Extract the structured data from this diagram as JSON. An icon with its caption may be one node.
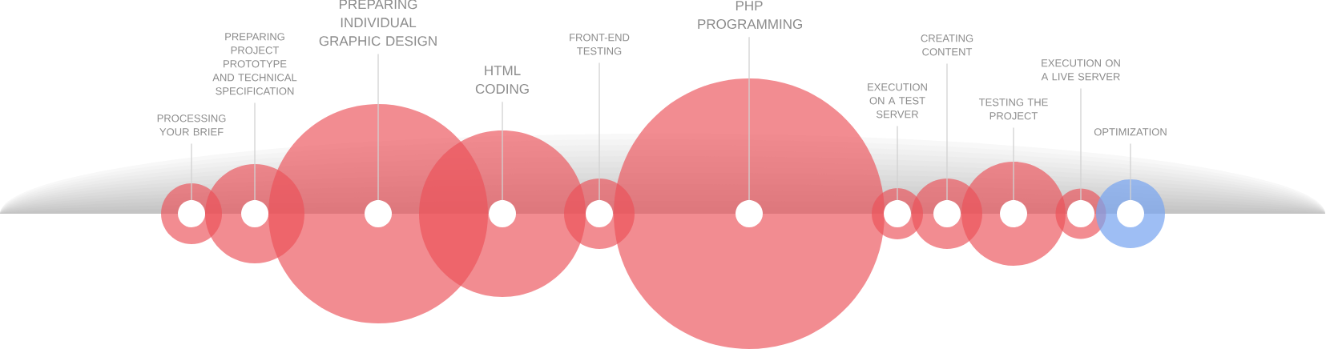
{
  "diagram": {
    "nodes": [
      {
        "text": [
          "PROCESSING YOUR BRIEF"
        ]
      },
      {
        "text": [
          "PREPARING PROJECT PROTOTYPE AND TECHNICAL SPECIFICATION"
        ]
      },
      {
        "text": [
          "PREPARING INDIVIDUAL GRAPHIC DESIGN"
        ]
      },
      {
        "text": [
          "HTML CODING"
        ]
      },
      {
        "text": [
          "FRONT-END TESTING"
        ]
      },
      {
        "text": [
          "PHP PROGRAMMING"
        ]
      },
      {
        "text": [
          "EXECUTION ON A TEST SERVER"
        ]
      },
      {
        "text": [
          "CREATING CONTENT"
        ]
      },
      {
        "text": [
          "TESTING THE PROJECT"
        ]
      },
      {
        "text": [
          "EXECUTION ON A LIVE SERVER"
        ]
      },
      {
        "text": [
          "OPTIMIZATION"
        ]
      },
      {
        "text": [],
        "shape": "circle"
      },
      {
        "text": [],
        "shape": "circle"
      },
      {
        "text": [],
        "shape": "circle"
      },
      {
        "text": [],
        "shape": "circle"
      },
      {
        "text": [],
        "shape": "circle"
      },
      {
        "text": [],
        "shape": "circle"
      },
      {
        "text": [],
        "shape": "circle"
      },
      {
        "text": [],
        "shape": "circle"
      },
      {
        "text": [],
        "shape": "circle"
      },
      {
        "text": [],
        "shape": "circle"
      },
      {
        "text": [],
        "shape": "circle"
      }
    ],
    "edges": [
      {
        "from": 0,
        "to": 11,
        "arrow": "none"
      },
      {
        "from": 1,
        "to": 12,
        "arrow": "none"
      },
      {
        "from": 2,
        "to": 13,
        "arrow": "none"
      },
      {
        "from": 3,
        "to": 14,
        "arrow": "none"
      },
      {
        "from": 4,
        "to": 15,
        "arrow": "none"
      },
      {
        "from": 5,
        "to": 16,
        "arrow": "none"
      },
      {
        "from": 6,
        "to": 17,
        "arrow": "none"
      },
      {
        "from": 7,
        "to": 18,
        "arrow": "none"
      },
      {
        "from": 8,
        "to": 19,
        "arrow": "none"
      },
      {
        "from": 9,
        "to": 20,
        "arrow": "none"
      },
      {
        "from": 10,
        "to": 21,
        "arrow": "none"
      }
    ]
  }
}
